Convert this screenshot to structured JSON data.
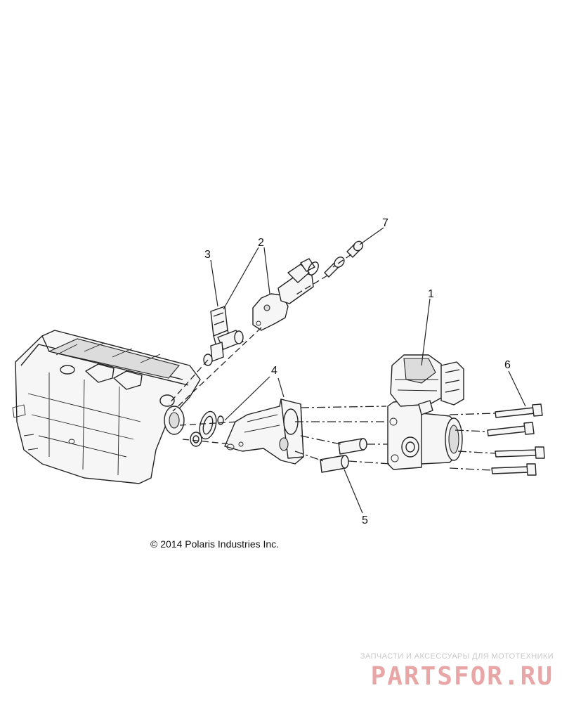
{
  "callouts": [
    {
      "num": "1"
    },
    {
      "num": "2"
    },
    {
      "num": "3"
    },
    {
      "num": "4"
    },
    {
      "num": "5"
    },
    {
      "num": "6"
    },
    {
      "num": "7"
    }
  ],
  "copyright": "© 2014 Polaris Industries Inc.",
  "watermark": {
    "tagline": "ЗАПЧАСТИ И АКСЕССУАРЫ ДЛЯ МОТОТЕХНИКИ",
    "brand": "PARTSFOR.RU"
  }
}
